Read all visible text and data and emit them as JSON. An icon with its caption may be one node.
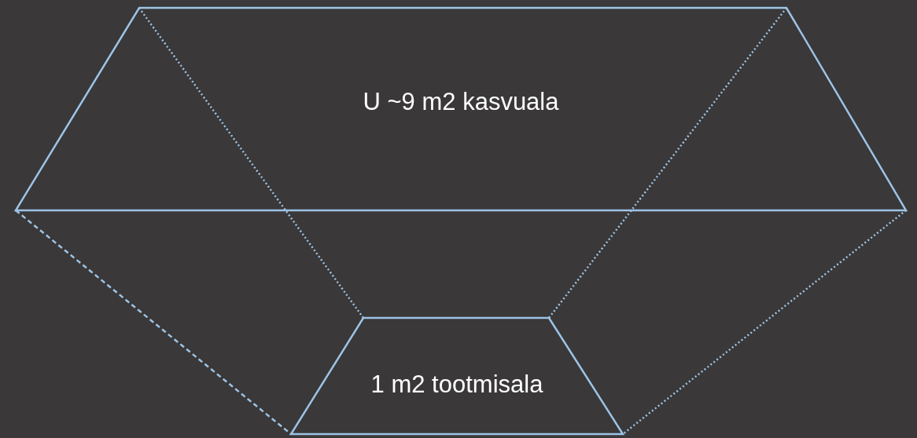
{
  "diagram": {
    "nodes": [
      {
        "text": [
          "U ~9 m2 kasvuala"
        ]
      },
      {
        "text": [
          "1 m2 tootmisala"
        ]
      }
    ],
    "edges": [
      {
        "from": 0,
        "to": 1,
        "arrow": "none",
        "style": "dashed"
      },
      {
        "from": 0,
        "to": 1,
        "arrow": "none",
        "style": "dashed"
      },
      {
        "from": 0,
        "to": 1,
        "arrow": "none",
        "style": "dashed"
      },
      {
        "from": 0,
        "to": 1,
        "arrow": "none",
        "style": "dashed"
      }
    ]
  }
}
